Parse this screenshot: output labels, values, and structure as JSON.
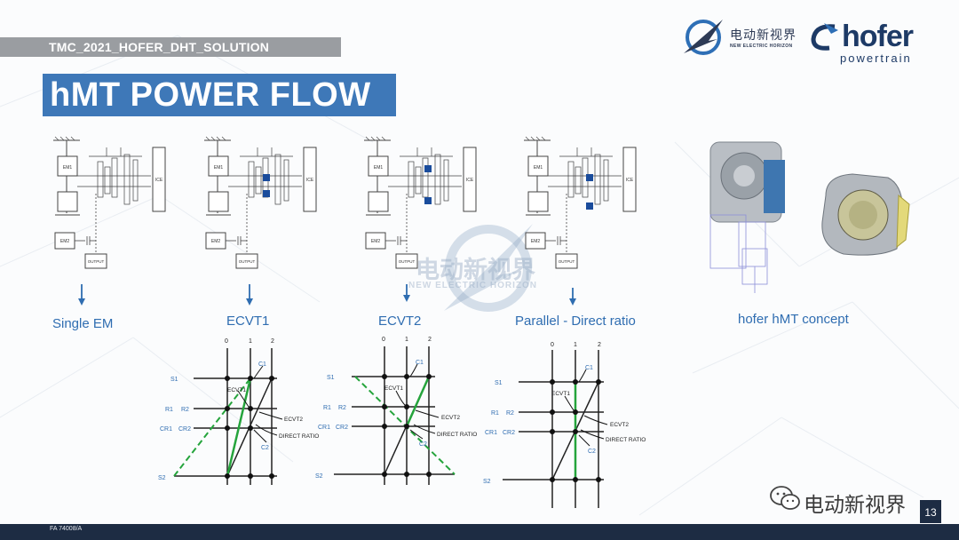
{
  "header": {
    "text": "TMC_2021_HOFER_DHT_SOLUTION"
  },
  "title": "hMT  POWER FLOW",
  "logos": {
    "electric_cn": "电动新视界",
    "electric_en": "NEW ELECTRIC HORIZON",
    "hofer": "hofer",
    "powertrain": "powertrain"
  },
  "watermark": {
    "cn": "电动新视界",
    "en": "NEW ELECTRIC HORIZON"
  },
  "captions": [
    "Single EM",
    "ECVT1",
    "ECVT2",
    "Parallel - Direct ratio",
    "hofer hMT concept"
  ],
  "lever": {
    "ticks": [
      "0",
      "1",
      "2"
    ],
    "nodes": {
      "s1": "S1",
      "r1": "R1",
      "r2": "R2",
      "cr1": "CR1",
      "cr2": "CR2",
      "s2": "S2",
      "c1": "C1",
      "c2": "C2"
    },
    "notes": {
      "ecvt1": "ECVT1",
      "ecvt2": "ECVT2",
      "direct": "DIRECT RATIO"
    }
  },
  "wechat_name": "电动新视界",
  "footer": {
    "code": "FA 74008/A",
    "page": "13"
  },
  "colors": {
    "accent": "#3e78b8",
    "header_gray": "#9a9da1",
    "footer": "#1d2c43",
    "caption": "#2f6db1",
    "highlight_green": "#25a43c"
  }
}
